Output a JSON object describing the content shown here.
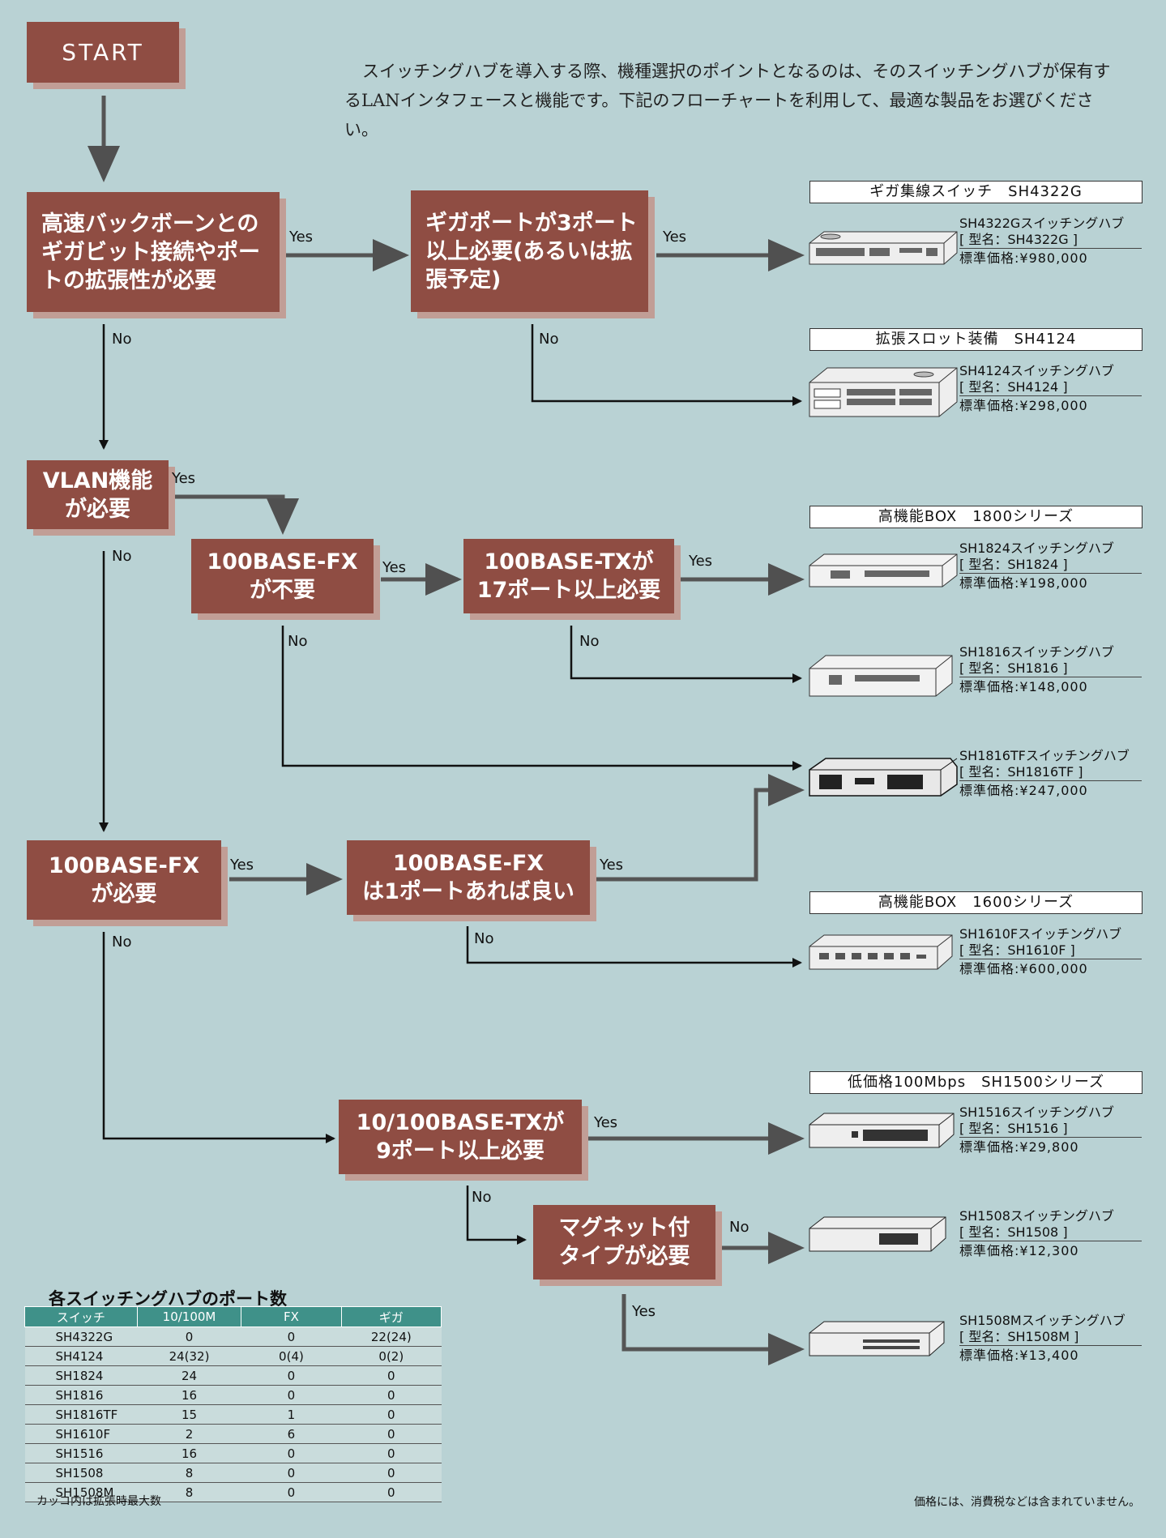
{
  "intro": "スイッチングハブを導入する際、機種選択のポイントとなるのは、そのスイッチングハブが保有するLANインタフェースと機能です。下記のフローチャートを利用して、最適な製品をお選びください。",
  "boxes": {
    "start": "START",
    "q1": "高速バックボーンとの\nギガビット接続やポー\nトの拡張性が必要",
    "q2": "ギガポートが3ポート\n以上必要(あるいは拡\n張予定)",
    "q3": "VLAN機能\nが必要",
    "q4": "100BASE-FX\nが不要",
    "q5": "100BASE-TXが\n17ポート以上必要",
    "q6": "100BASE-FX\nが必要",
    "q7": "100BASE-FX\nは1ポートあれば良い",
    "q8": "10/100BASE-TXが\n9ポート以上必要",
    "q9": "マグネット付\nタイプが必要"
  },
  "labels": {
    "yes": "Yes",
    "no": "No"
  },
  "categories": {
    "c1": "ギガ集線スイッチ　SH4322G",
    "c2": "拡張スロット装備　SH4124",
    "c3": "高機能BOX　1800シリーズ",
    "c4": "高機能BOX　1600シリーズ",
    "c5": "低価格100Mbps　SH1500シリーズ"
  },
  "products": [
    {
      "name": "SH4322Gスイッチングハブ",
      "model": "[ 型名：SH4322G ]",
      "price": "標準価格:¥980,000"
    },
    {
      "name": "SH4124スイッチングハブ",
      "model": "[ 型名：SH4124 ]",
      "price": "標準価格:¥298,000"
    },
    {
      "name": "SH1824スイッチングハブ",
      "model": "[ 型名：SH1824 ]",
      "price": "標準価格:¥198,000"
    },
    {
      "name": "SH1816スイッチングハブ",
      "model": "[ 型名：SH1816 ]",
      "price": "標準価格:¥148,000"
    },
    {
      "name": "SH1816TFスイッチングハブ",
      "model": "[ 型名：SH1816TF ]",
      "price": "標準価格:¥247,000"
    },
    {
      "name": "SH1610Fスイッチングハブ",
      "model": "[ 型名：SH1610F ]",
      "price": "標準価格:¥600,000"
    },
    {
      "name": "SH1516スイッチングハブ",
      "model": "[ 型名：SH1516 ]",
      "price": "標準価格:¥29,800"
    },
    {
      "name": "SH1508スイッチングハブ",
      "model": "[ 型名：SH1508 ]",
      "price": "標準価格:¥12,300"
    },
    {
      "name": "SH1508Mスイッチングハブ",
      "model": "[ 型名：SH1508M ]",
      "price": "標準価格:¥13,400"
    }
  ],
  "table": {
    "title": "各スイッチングハブのポート数",
    "headers": [
      "スイッチ",
      "10/100M",
      "FX",
      "ギガ"
    ],
    "rows": [
      [
        "SH4322G",
        "0",
        "0",
        "22(24)"
      ],
      [
        "SH4124",
        "24(32)",
        "0(4)",
        "0(2)"
      ],
      [
        "SH1824",
        "24",
        "0",
        "0"
      ],
      [
        "SH1816",
        "16",
        "0",
        "0"
      ],
      [
        "SH1816TF",
        "15",
        "1",
        "0"
      ],
      [
        "SH1610F",
        "2",
        "6",
        "0"
      ],
      [
        "SH1516",
        "16",
        "0",
        "0"
      ],
      [
        "SH1508",
        "8",
        "0",
        "0"
      ],
      [
        "SH1508M",
        "8",
        "0",
        "0"
      ]
    ],
    "note": "カッコ内は拡張時最大数"
  },
  "footnote": "価格には、消費税などは含まれていません。",
  "colors": {
    "box": "#8f4d43",
    "shadow": "#c19e96",
    "background": "#b9d2d4",
    "arrow": "#555555",
    "table_header": "#3f9189"
  }
}
